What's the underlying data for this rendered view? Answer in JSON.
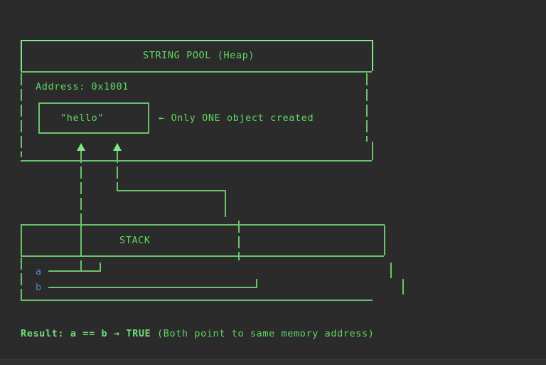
{
  "theme": {
    "background": "#2b2b2b",
    "stroke": "#6cc26c",
    "stroke_bright": "#7ee787",
    "text_green": "#5fd75f",
    "text_green_bold": "#6ede79",
    "text_blue": "#4f86c6"
  },
  "heap": {
    "title": "STRING POOL (Heap)",
    "address_label": "Address: 0x1001",
    "object_value": "\"hello\"",
    "annotation": "← Only ONE object created",
    "pointer_arrow_icon": "up-triangle"
  },
  "stack": {
    "title": "STACK",
    "variables": [
      {
        "name": "a"
      },
      {
        "name": "b"
      }
    ]
  },
  "result": {
    "bold_part": "Result: a == b → TRUE",
    "normal_part": " (Both point to same memory address)",
    "full_text": "Result: a == b → TRUE (Both point to same memory address)"
  }
}
